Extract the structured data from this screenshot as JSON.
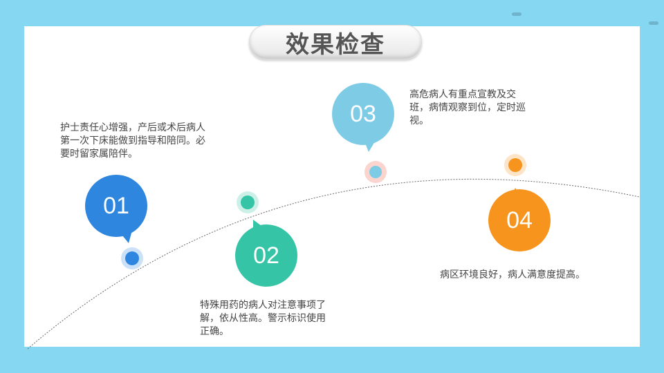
{
  "title": "效果检查",
  "items": [
    {
      "number": "01",
      "text": "护士责任心增强，产后或术后病人第一次下床能做到指导和陪同。必要时留家属陪伴。",
      "color": "#2e86de"
    },
    {
      "number": "02",
      "text": "特殊用药的病人对注意事项了解，依从性高。警示标识使用正确。",
      "color": "#35c4a5"
    },
    {
      "number": "03",
      "text": "高危病人有重点宣教及交班，病情观察到位，定时巡视。",
      "color": "#7ecbe6"
    },
    {
      "number": "04",
      "text": "病区环境良好，病人满意度提高。",
      "color": "#f7941d"
    }
  ]
}
